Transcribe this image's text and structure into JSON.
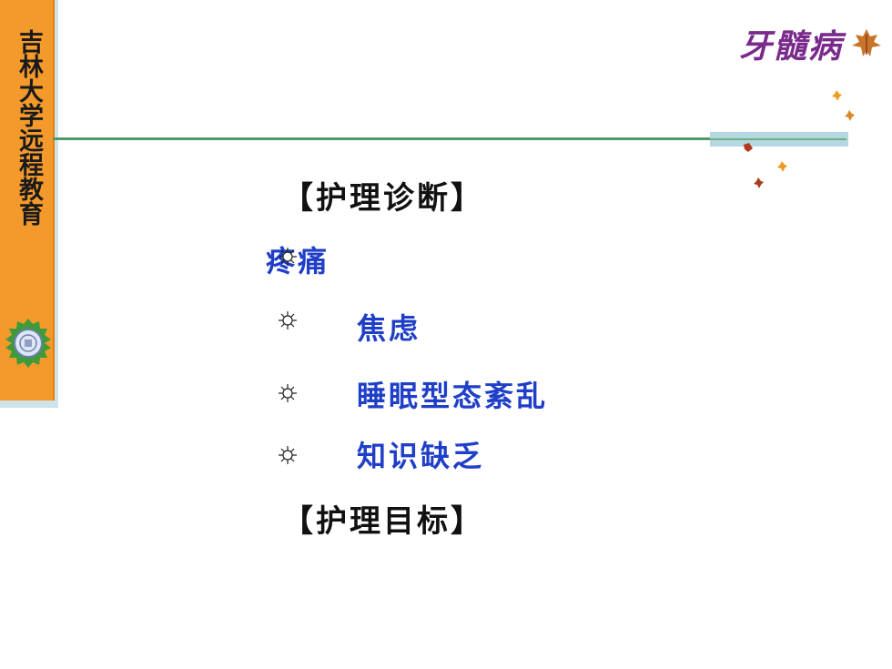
{
  "sidebar": {
    "title": "吉林大学远程教育",
    "emblem_icon": "university-seal-icon"
  },
  "header": {
    "brand": "牙髓病"
  },
  "content": {
    "heading_diagnosis": "【护理诊断】",
    "items": [
      {
        "label": "疼痛"
      },
      {
        "label": "焦虑"
      },
      {
        "label": "睡眠型态紊乱"
      },
      {
        "label": "知识缺乏"
      }
    ],
    "heading_goal": "【护理目标】",
    "bullet_icon": "sun-star-icon"
  },
  "colors": {
    "sidebar": "#f49a2c",
    "heading": "#111111",
    "item": "#1f3fc8",
    "brand": "#7a2a8c",
    "rule": "#4e9a6a"
  }
}
